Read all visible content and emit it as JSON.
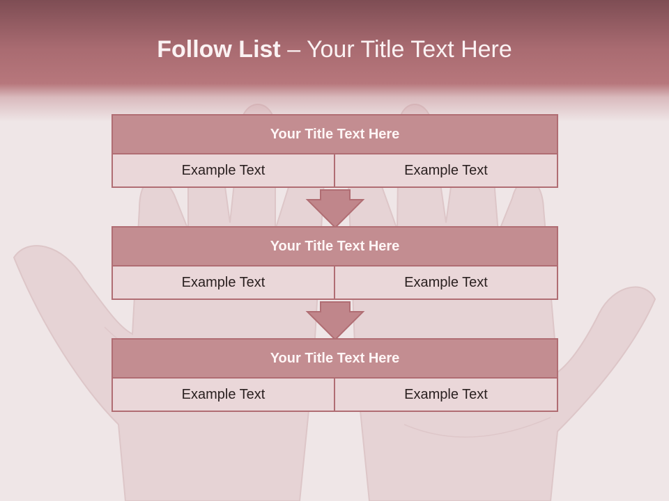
{
  "slide": {
    "title_bold": "Follow List",
    "title_rest": " – Your Title Text Here"
  },
  "blocks": [
    {
      "title": "Your Title Text Here",
      "left_text": "Example Text",
      "right_text": "Example Text"
    },
    {
      "title": "Your Title Text Here",
      "left_text": "Example Text",
      "right_text": "Example Text"
    },
    {
      "title": "Your Title Text Here",
      "left_text": "Example Text",
      "right_text": "Example Text"
    }
  ],
  "colors": {
    "header": "#a96b71",
    "block_title_fill": "#c38d91",
    "cell_fill": "#ead7d9",
    "border": "#b06d73",
    "arrow_fill": "#c0868b"
  }
}
